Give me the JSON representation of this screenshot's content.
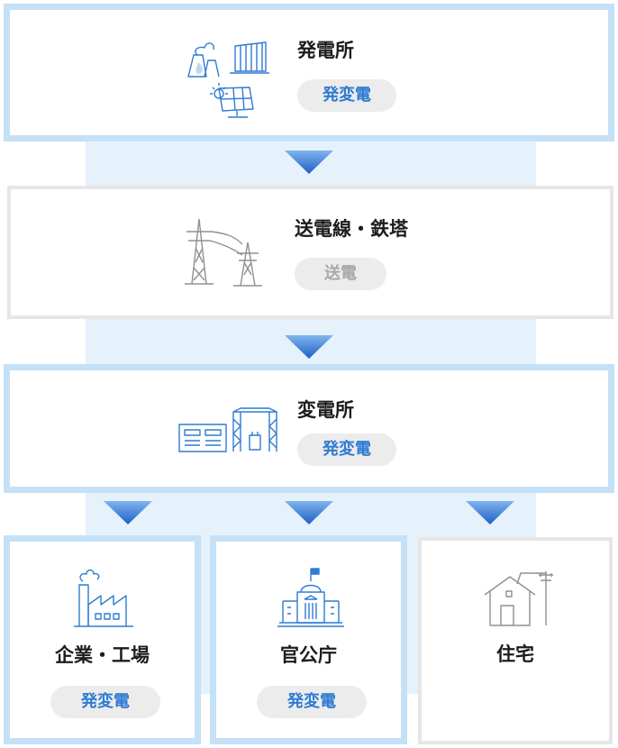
{
  "plant": {
    "title": "発電所",
    "badge": "発変電"
  },
  "transmission": {
    "title": "送電線・鉄塔",
    "badge": "送電"
  },
  "substation": {
    "title": "変電所",
    "badge": "発変電"
  },
  "consumers": [
    {
      "title": "企業・工場",
      "badge": "発変電"
    },
    {
      "title": "官公庁",
      "badge": "発変電"
    },
    {
      "title": "住宅"
    }
  ],
  "colors": {
    "accent_blue": "#2f7bd2",
    "border_blue": "#c4e1f7",
    "border_gray": "#e6e6e6",
    "band": "#e5f1fb"
  },
  "icons": [
    "power-plant-icon",
    "transmission-tower-icon",
    "substation-icon",
    "factory-icon",
    "government-building-icon",
    "house-icon"
  ]
}
